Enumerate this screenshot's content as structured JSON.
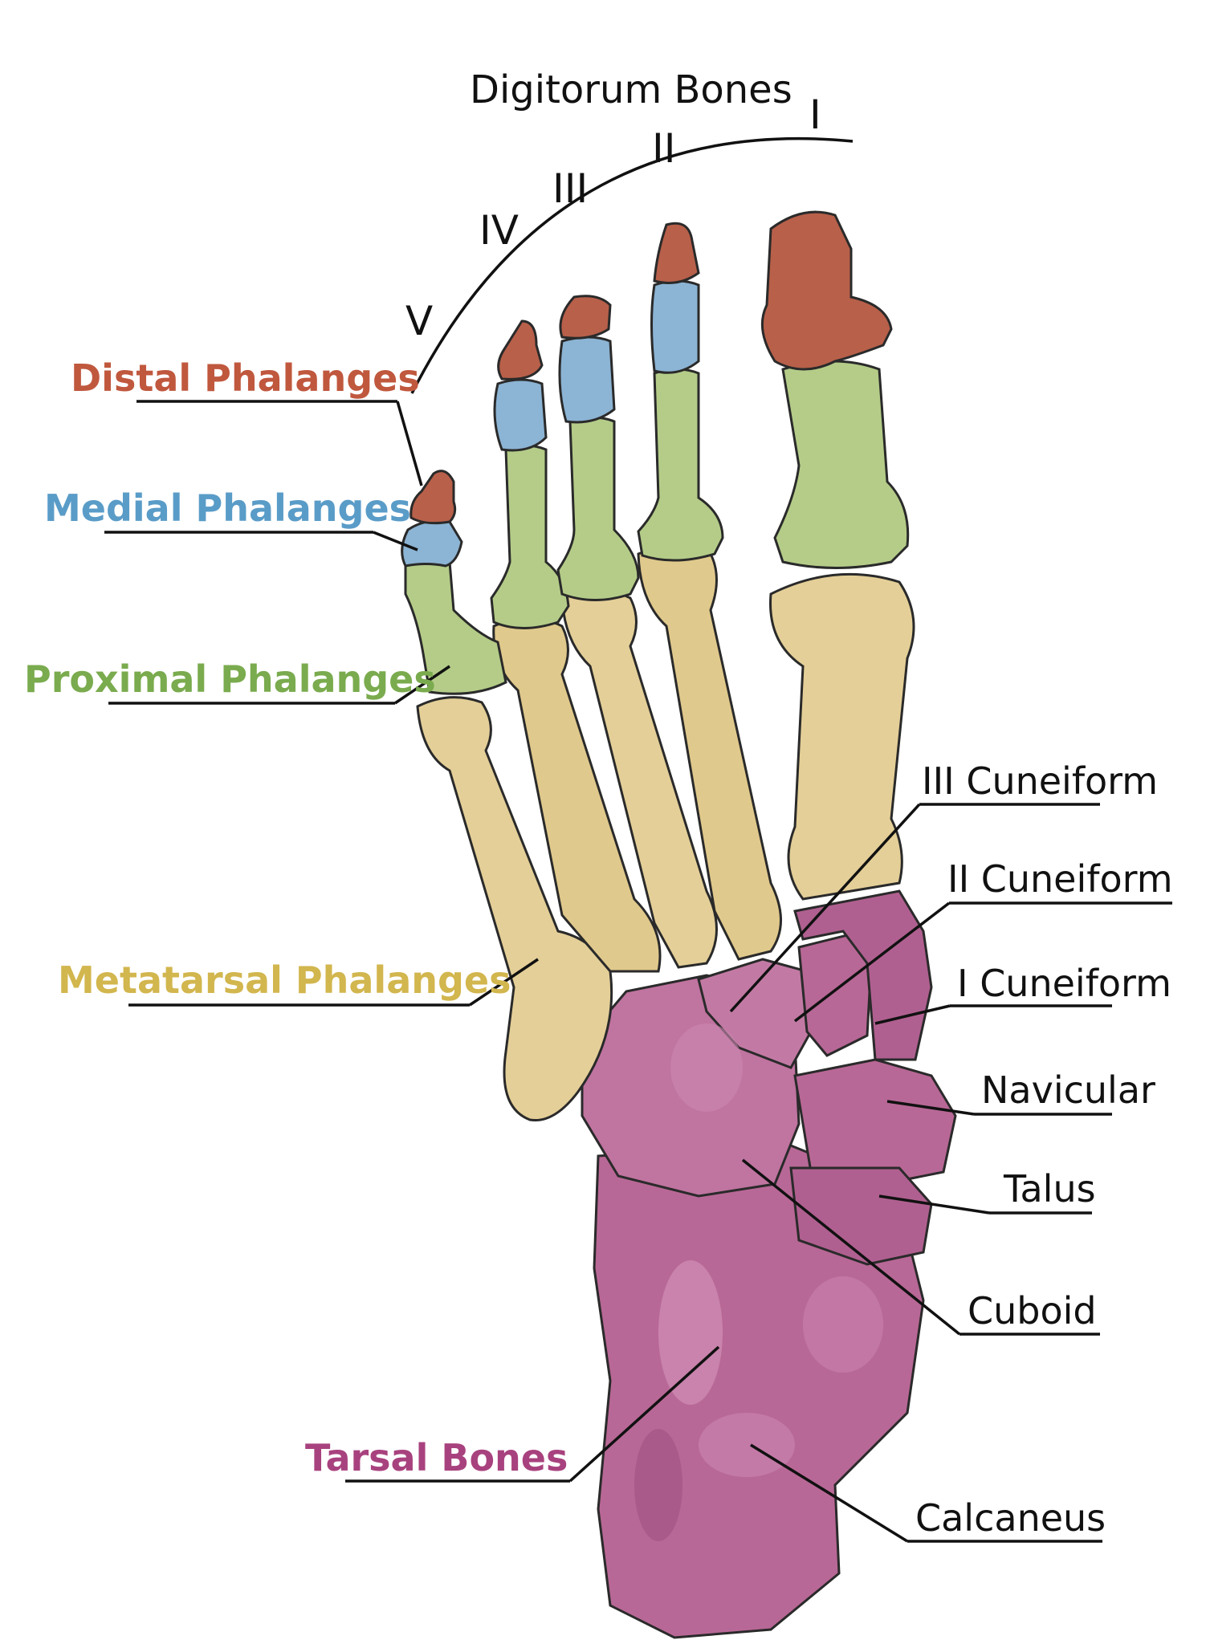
{
  "title": "Digitorum Bones",
  "digits": [
    "I",
    "II",
    "III",
    "IV",
    "V"
  ],
  "phalanx_labels": {
    "distal": "Distal Phalanges",
    "medial": "Medial Phalanges",
    "proximal": "Proximal Phalanges",
    "metatarsal": "Metatarsal Phalanges",
    "tarsal": "Tarsal Bones"
  },
  "tarsal_labels": {
    "cuneiform_3": "III Cuneiform",
    "cuneiform_2": "II Cuneiform",
    "cuneiform_1": "I Cuneiform",
    "navicular": "Navicular",
    "talus": "Talus",
    "cuboid": "Cuboid",
    "calcaneus": "Calcaneus"
  },
  "colors": {
    "distal": "#c0583e",
    "medial": "#5a9cc8",
    "proximal": "#7aab4e",
    "metatarsal": "#d2b64e",
    "tarsal": "#a8427e",
    "distal_fill": "#b8604a",
    "medial_fill": "#8cb4d4",
    "proximal_fill": "#b4cc88",
    "metatarsal_fill": "#e4cf98",
    "tarsal_fill": "#b86896"
  }
}
